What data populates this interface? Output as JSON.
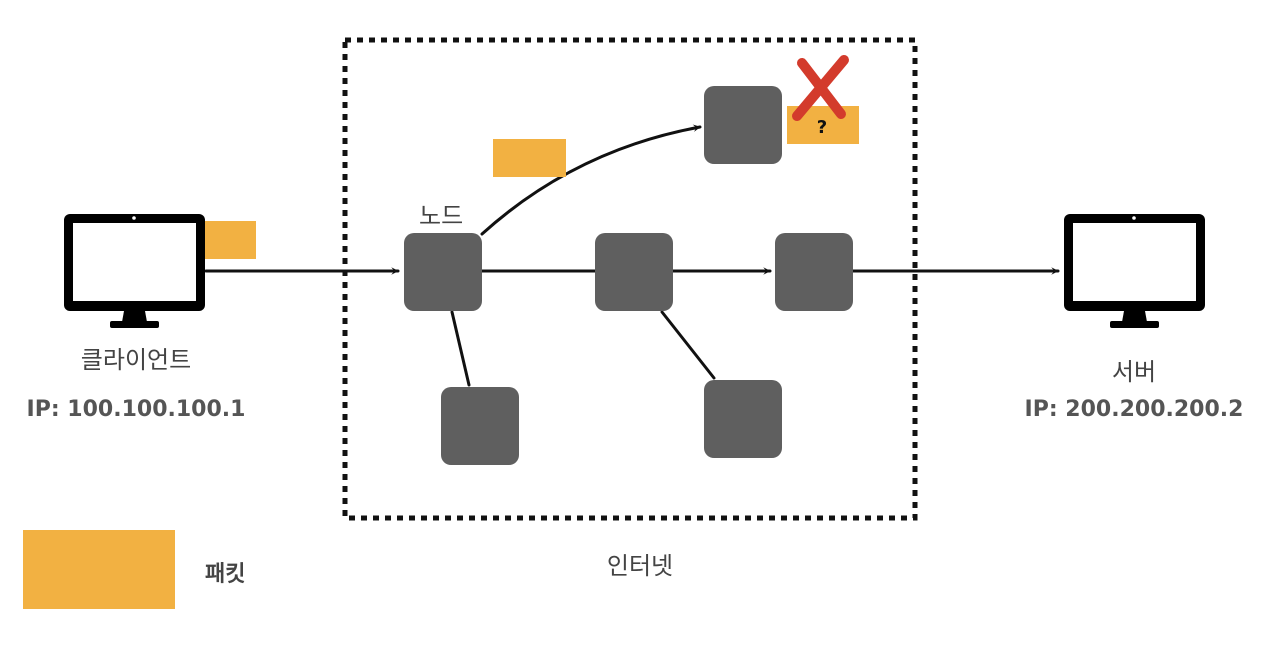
{
  "colors": {
    "node": "#5f5f5f",
    "packet": "#f2b142",
    "monitor": "#000000",
    "lost": "#d33b2c",
    "line": "#111111"
  },
  "client": {
    "name": "클라이언트",
    "ip": "IP: 100.100.100.1",
    "icon": "monitor-icon"
  },
  "server": {
    "name": "서버",
    "ip": "IP: 200.200.200.2",
    "icon": "monitor-icon"
  },
  "node_label": "노드",
  "internet_label": "인터넷",
  "lost_packet_mark": "?",
  "legend": {
    "packet_label": "패킷"
  }
}
